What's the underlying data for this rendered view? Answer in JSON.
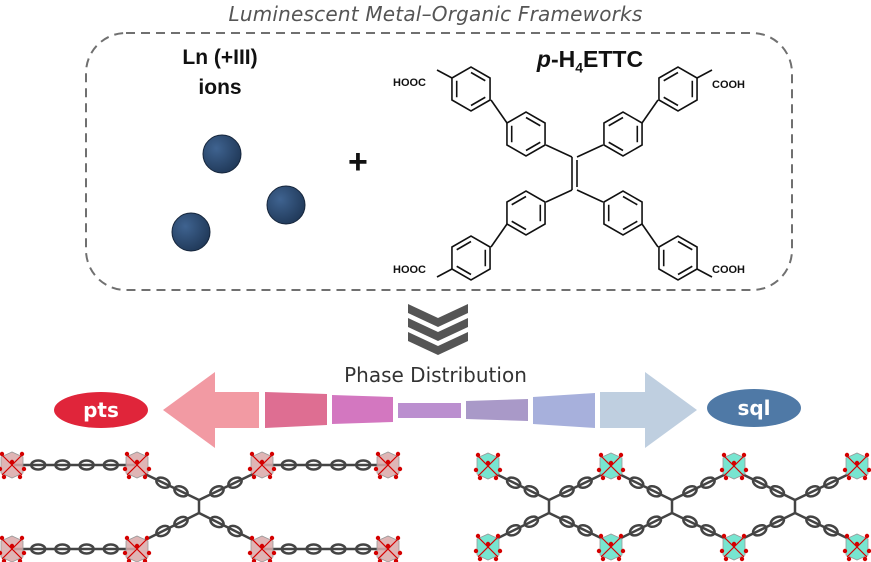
{
  "title": "Luminescent Metal–Organic Frameworks",
  "reactants": {
    "metal": {
      "label_line1": "Ln (+III)",
      "label_line2": "ions",
      "ion_color": "#2c4a6e"
    },
    "operator": "+",
    "ligand": {
      "name_prefix": "p",
      "name_dash": "-H",
      "name_sub": "4",
      "name_suffix": "ETTC",
      "groups": [
        "HOOC",
        "COOH",
        "HOOC",
        "COOH"
      ]
    }
  },
  "transition_icon": "triple-chevron-down-icon",
  "phase_distribution": {
    "label": "Phase Distribution",
    "left_phase": {
      "label": "pts",
      "color": "#e0253a"
    },
    "right_phase": {
      "label": "sql",
      "color": "#4f79a6"
    },
    "gradient_segments": [
      "#f29aa3",
      "#de6e92",
      "#d377c0",
      "#bb8fcf",
      "#a999c8",
      "#a7b0dc",
      "#bfcfe0"
    ]
  },
  "structures": {
    "left": {
      "phase": "pts",
      "node_color": "#d9a8a8",
      "oxygen_color": "#d40000",
      "linker_color": "#444444"
    },
    "right": {
      "phase": "sql",
      "node_color": "#5fe0c8",
      "oxygen_color": "#d40000",
      "linker_color": "#444444"
    }
  }
}
